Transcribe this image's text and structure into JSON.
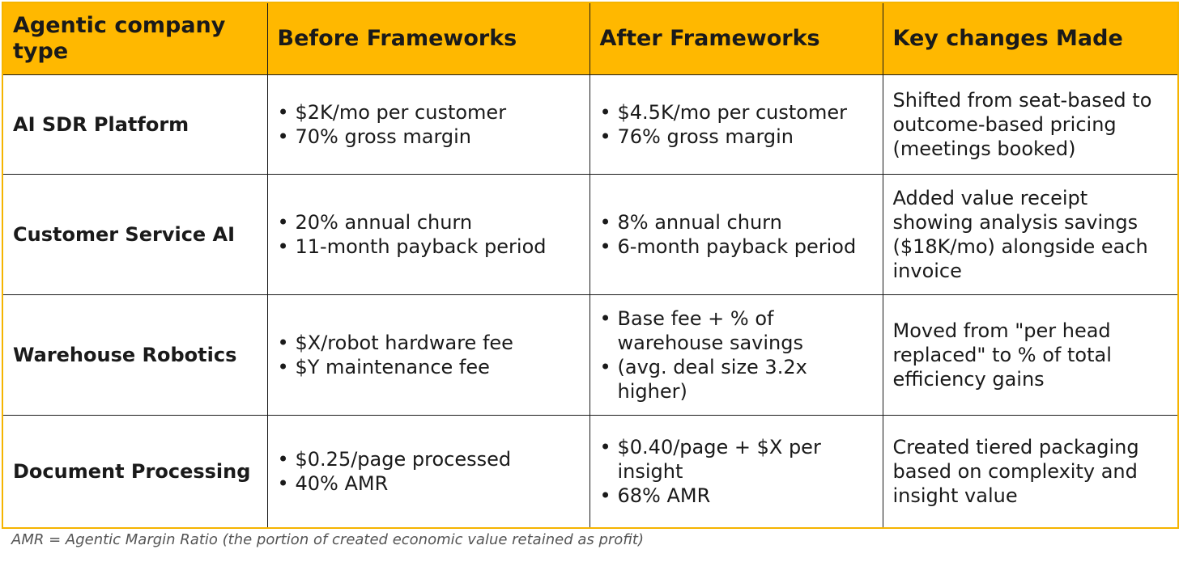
{
  "table": {
    "headers": [
      "Agentic company type",
      "Before Frameworks",
      "After Frameworks",
      "Key changes Made"
    ],
    "rows": [
      {
        "type": "AI SDR Platform",
        "before": [
          "$2K/mo per customer",
          "70% gross margin"
        ],
        "after": [
          "$4.5K/mo per customer",
          "76% gross margin"
        ],
        "changes": "Shifted from seat-based to outcome-based pricing (meetings booked)"
      },
      {
        "type": "Customer Service AI",
        "before": [
          "20% annual churn",
          "11-month payback period"
        ],
        "after": [
          "8% annual churn",
          "6-month payback period"
        ],
        "changes": "Added value receipt showing analysis savings ($18K/mo) alongside each invoice"
      },
      {
        "type": "Warehouse Robotics",
        "before": [
          "$X/robot hardware fee",
          "$Y maintenance fee"
        ],
        "after": [
          "Base fee + % of warehouse savings",
          "(avg. deal size 3.2x higher)"
        ],
        "changes": "Moved from \"per head replaced\" to % of total efficiency gains"
      },
      {
        "type": "Document Processing",
        "before": [
          "$0.25/page processed",
          "40% AMR"
        ],
        "after": [
          "$0.40/page + $X per insight",
          "68% AMR"
        ],
        "changes": "Created tiered packaging based on complexity and insight value"
      }
    ]
  },
  "footnote": "AMR = Agentic Margin Ratio (the portion of created economic value retained as profit)"
}
